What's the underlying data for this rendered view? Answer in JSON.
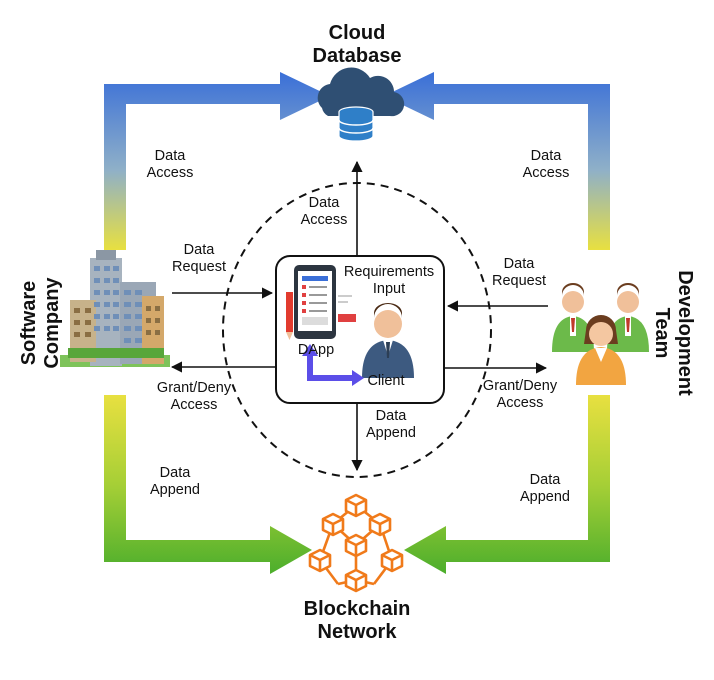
{
  "nodes": {
    "cloud": [
      "Cloud",
      "Database"
    ],
    "blockchain": [
      "Blockchain",
      "Network"
    ],
    "software_company": [
      "Software",
      "Company"
    ],
    "development_team": [
      "Development",
      "Team"
    ],
    "dapp": "DApp",
    "client": "Client",
    "requirements": [
      "Requirements",
      "Input"
    ]
  },
  "edges": {
    "sc_data_access": [
      "Data",
      "Access"
    ],
    "dt_data_access": [
      "Data",
      "Access"
    ],
    "center_data_access": [
      "Data",
      "Access"
    ],
    "sc_data_request": [
      "Data",
      "Request"
    ],
    "dt_data_request": [
      "Data",
      "Request"
    ],
    "sc_grant_deny": [
      "Grant/Deny",
      "Access"
    ],
    "dt_grant_deny": [
      "Grant/Deny",
      "Access"
    ],
    "center_data_append": [
      "Data",
      "Append"
    ],
    "sc_data_append": [
      "Data",
      "Append"
    ],
    "dt_data_append": [
      "Data",
      "Append"
    ]
  },
  "colors": {
    "blue": "#3a6fd8",
    "yellow": "#e8e040",
    "green": "#4cae2c",
    "orange": "#f07a1a",
    "client_arrow": "#5b4ee8"
  }
}
